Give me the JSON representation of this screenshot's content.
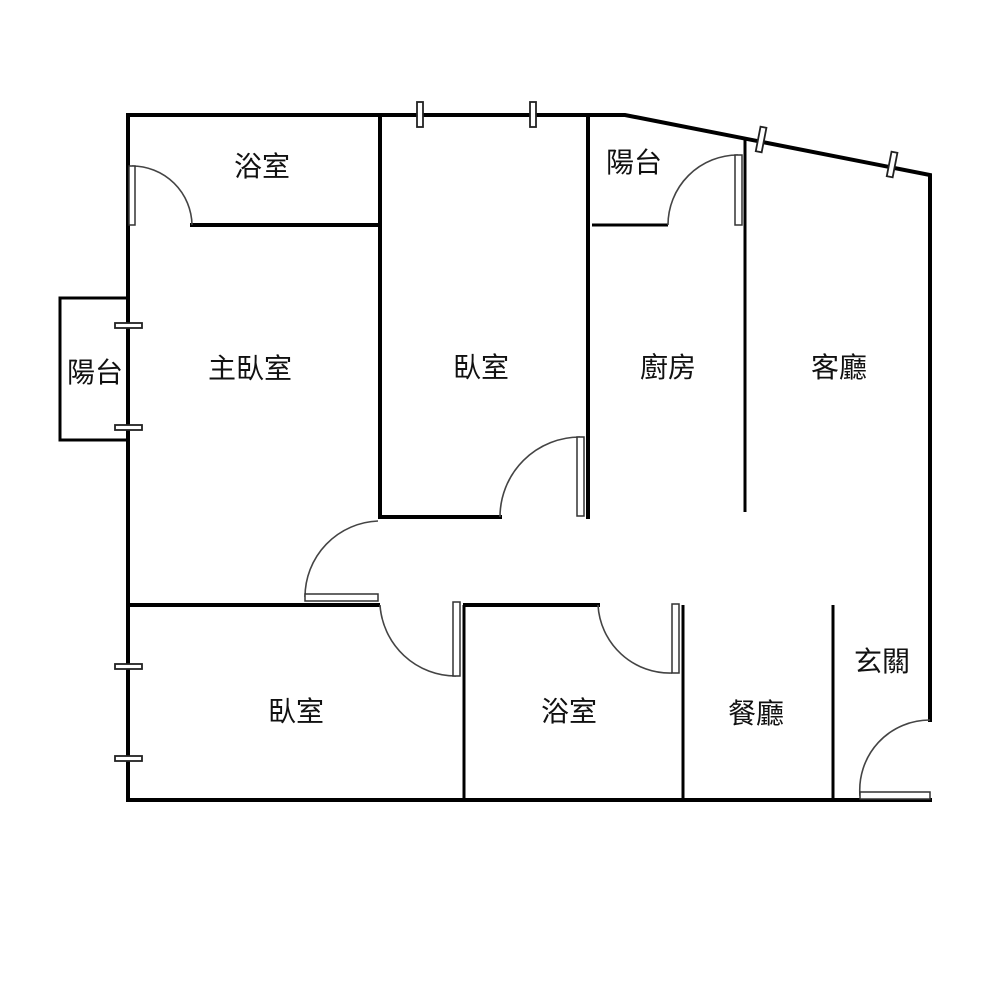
{
  "floorplan": {
    "rooms": {
      "bathroom_top": "浴室",
      "balcony_left": "陽台",
      "master_bedroom": "主臥室",
      "bedroom_top": "臥室",
      "balcony_top": "陽台",
      "kitchen": "廚房",
      "living_room": "客廳",
      "bedroom_bottom": "臥室",
      "bathroom_bottom": "浴室",
      "dining_room": "餐廳",
      "entrance": "玄關"
    },
    "colors": {
      "wall": "#000000",
      "background": "#ffffff"
    }
  }
}
